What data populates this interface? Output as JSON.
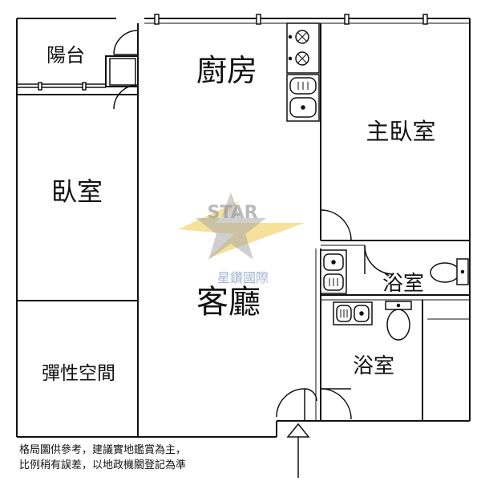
{
  "rooms": {
    "balcony": "陽台",
    "kitchen": "廚房",
    "master_bedroom": "主臥室",
    "bedroom": "臥室",
    "living_room": "客廳",
    "bath_upper": "浴室",
    "bath_lower": "浴室",
    "flex_space": "彈性空間"
  },
  "watermark": {
    "logo_letters": "STAR",
    "company": "星鑽國際"
  },
  "note": {
    "line1": "格局圖供參考，建議實地鑑賞為主，",
    "line2": "比例稍有誤差，以地政機關登記為準"
  },
  "colors": {
    "wall": "#111111",
    "watermark_yellow": "#f3d36a",
    "watermark_gray": "#9a9a9a",
    "watermark_blue": "#7a8fb8"
  }
}
